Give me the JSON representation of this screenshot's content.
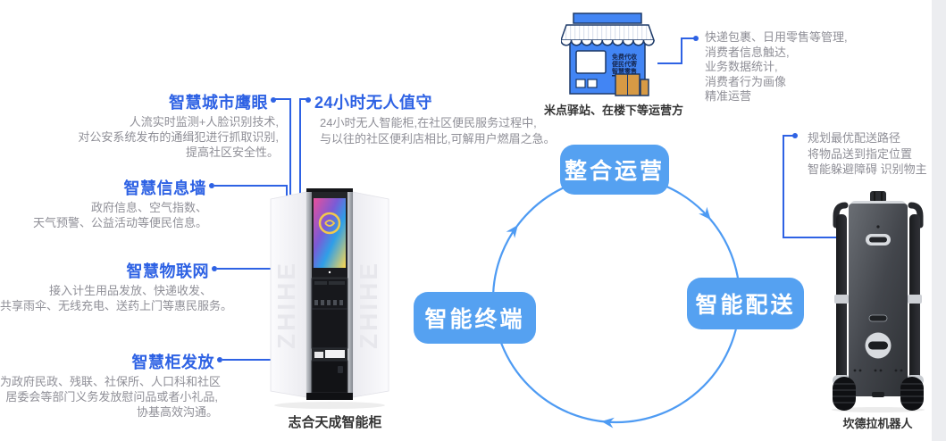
{
  "colors": {
    "accent_blue": "#2E62E4",
    "cycle_button_blue": "#55A1F1",
    "arc_blue": "#4E9BF3",
    "desc_gray": "#8F8F97",
    "label_dark": "#333333",
    "store_blue": "#4285F4",
    "store_outline": "#1C3968",
    "box_orange": "#D79A45"
  },
  "left_features": [
    {
      "title": "智慧城市鹰眼",
      "desc": [
        "人流实时监测+人脸识别技术,",
        "对公安系统发布的通缉犯进行抓取识别,",
        "提高社区安全性。"
      ]
    },
    {
      "title": "24小时无人值守",
      "desc": [
        "24小时无人智能柜,在社区便民服务过程中,",
        "与以往的社区便利店相比,可解用户燃眉之急。"
      ]
    },
    {
      "title": "智慧信息墙",
      "desc": [
        "政府信息、空气指数、",
        "天气预警、公益活动等便民信息。"
      ]
    },
    {
      "title": "智慧物联网",
      "desc": [
        "接入计生用品发放、快递收发、",
        "共享雨伞、无线充电、送药上门等惠民服务。"
      ]
    },
    {
      "title": "智慧柜发放",
      "desc": [
        "为政府民政、残联、社保所、人口科和社区",
        "居委会等部门义务发放慰问品或者小礼品,",
        "协基高效沟通。"
      ]
    }
  ],
  "cabinet": {
    "label": "志合天成智能柜",
    "side_text": "ZHIHE"
  },
  "store": {
    "label": "米点驿站、在楼下等运营方",
    "sign_lines": [
      "免费代收",
      "便民代寄",
      "智慧零售"
    ],
    "points": [
      "快递包裹、日用零售等管理,",
      "消费者信息触达,",
      "业务数据统计,",
      "消费者行为画像",
      "精准运营"
    ]
  },
  "robot": {
    "label": "坎德拉机器人",
    "points": [
      "规划最优配送路径",
      "将物品送到指定位置",
      "智能躲避障碍 识别物主"
    ]
  },
  "cycle": {
    "nodes": [
      "整合运营",
      "智能配送",
      "智能终端"
    ]
  }
}
